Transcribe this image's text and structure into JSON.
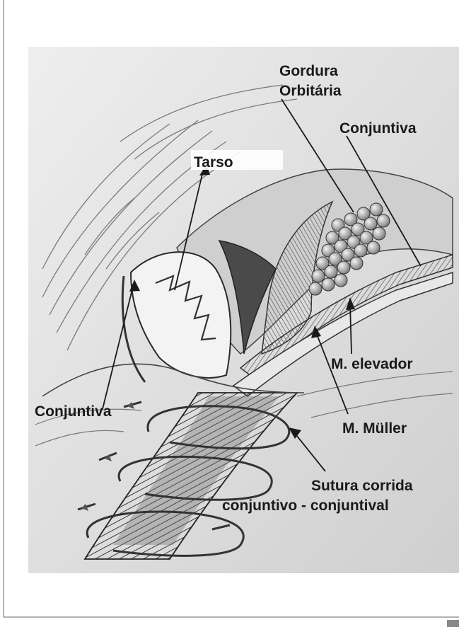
{
  "figure": {
    "labels": {
      "gordura_line1": "Gordura",
      "gordura_line2": "Orbitária",
      "conjuntiva_top": "Conjuntiva",
      "tarso": "Tarso",
      "m_elevador": "M. elevador",
      "conjuntiva_left": "Conjuntiva",
      "m_muller": "M. Müller",
      "sutura_line1": "Sutura corrida",
      "sutura_line2": "conjuntivo - conjuntival"
    },
    "colors": {
      "ink": "#1a1a1a",
      "shade_dark": "#3a3a3a",
      "shade_mid": "#8a8a8a",
      "shade_light": "#d6d6d6",
      "paper": "#ffffff"
    }
  }
}
